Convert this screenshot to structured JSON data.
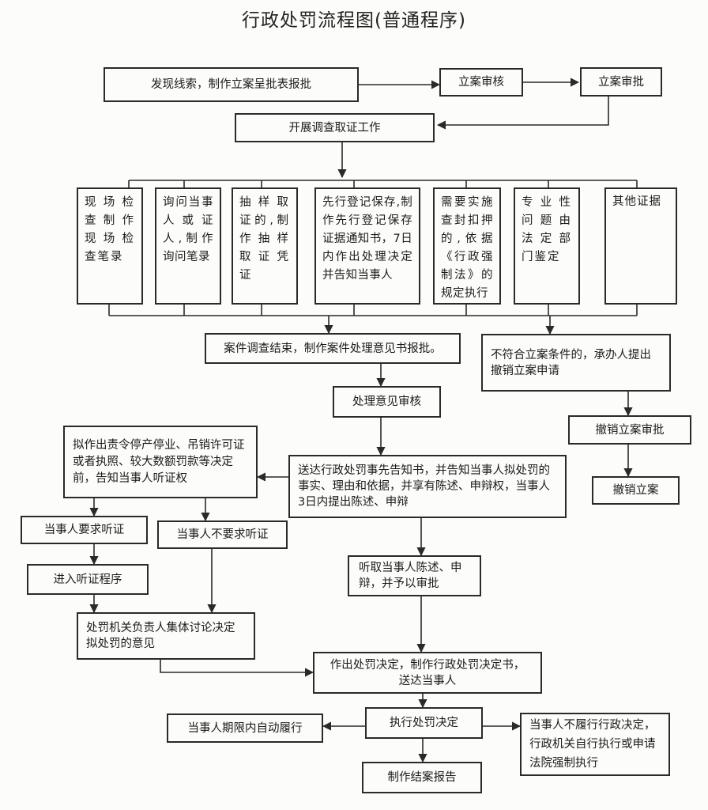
{
  "title": "行政处罚流程图(普通程序)",
  "nodes": {
    "find_clue": "发现线索，制作立案呈批表报批",
    "case_review": "立案审核",
    "case_approval": "立案审批",
    "investigation": "开展调查取证工作",
    "evidence": [
      "现场检查制作现场检查笔录",
      "询问当事人或证人,制作询问笔录",
      "抽样取证的,制作抽样取证凭证",
      "先行登记保存,制作先行登记保存证据通知书，7日内作出处理决定并告知当事人",
      "需要实施查封扣押的,依据《行政强制法》的规定执行",
      "专业性问题由法定部门鉴定",
      "其他证据"
    ],
    "investigation_end": "案件调查结束，制作案件处理意见书报批。",
    "not_qualified": "不符合立案条件的，承办人提出撤销立案申请",
    "opinion_review": "处理意见审核",
    "revoke_approval": "撤销立案审批",
    "revoke_case": "撤销立案",
    "hearing_notice": "拟作出责令停产停业、吊销许可证或者执照、较大数额罚款等决定前，告知当事人听证权",
    "prior_notice": "送达行政处罚事先告知书，并告知当事人拟处罚的事实、理由和依据，并享有陈述、申辩权，当事人 3日内提出陈述、申辩",
    "request_hearing": "当事人要求听证",
    "no_hearing": "当事人不要求听证",
    "hearing_procedure": "进入听证程序",
    "listen_statement": "听取当事人陈述、申辩，并予以审批",
    "collective_discussion": "处罚机关负责人集体讨论决定拟处罚的意见",
    "decision": "作出处罚决定，制作行政处罚决定书，送达当事人",
    "self_perform": "当事人期限内自动履行",
    "execute": "执行处罚决定",
    "not_perform": "当事人不履行行政决定，行政机关自行执行或申请法院强制执行",
    "closing_report": "制作结案报告"
  }
}
